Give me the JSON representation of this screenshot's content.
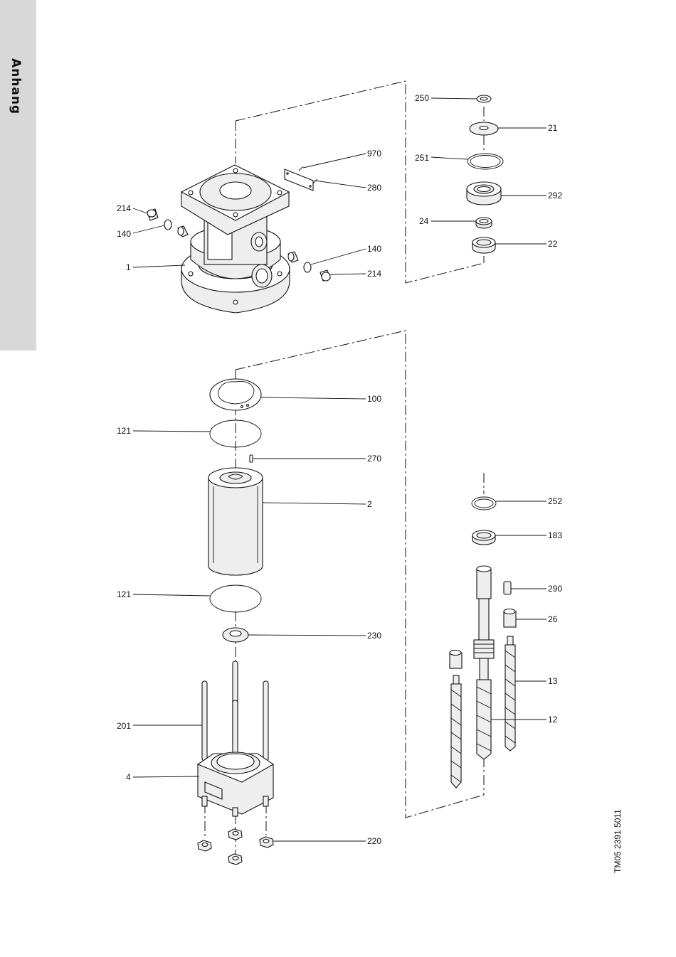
{
  "side_tab": {
    "label": "Anhang",
    "color": "#d8d8d8"
  },
  "drawing_code": "TM05 2391 5011",
  "callouts": {
    "c250": "250",
    "c21": "21",
    "c251": "251",
    "c292": "292",
    "c24": "24",
    "c22": "22",
    "c970": "970",
    "c280": "280",
    "c214a": "214",
    "c140a": "140",
    "c140b": "140",
    "c214b": "214",
    "c1": "1",
    "c100": "100",
    "c121a": "121",
    "c270": "270",
    "c2": "2",
    "c121b": "121",
    "c230": "230",
    "c201": "201",
    "c4": "4",
    "c220": "220",
    "c252": "252",
    "c183": "183",
    "c290": "290",
    "c26": "26",
    "c13": "13",
    "c12": "12"
  }
}
